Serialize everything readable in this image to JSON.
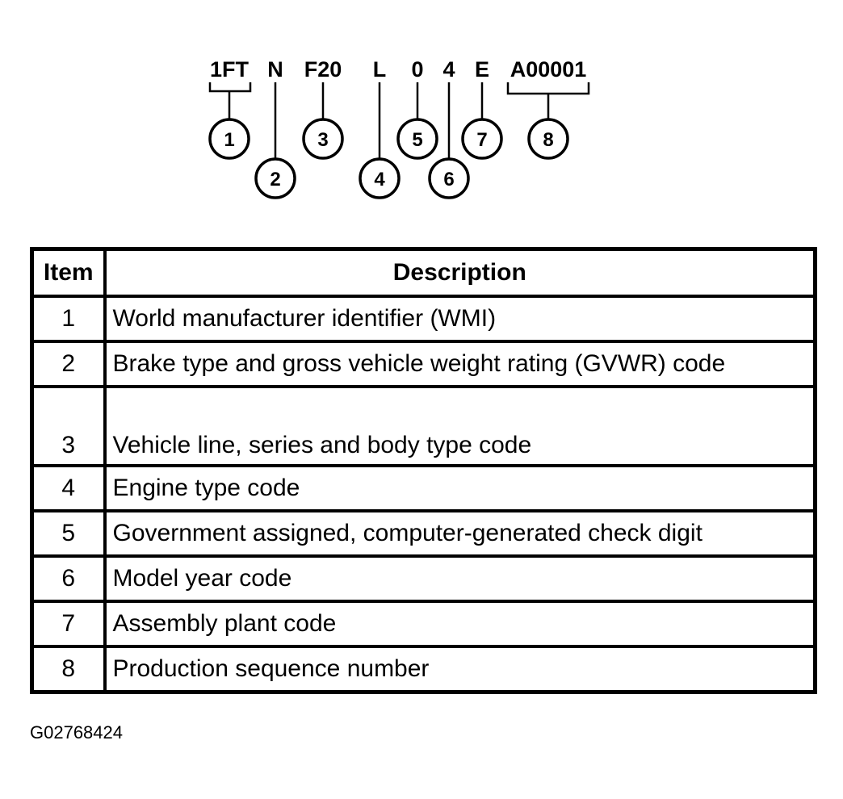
{
  "vin_segments": [
    {
      "id": "seg-1",
      "text": "1FT"
    },
    {
      "id": "seg-2",
      "text": "N"
    },
    {
      "id": "seg-3",
      "text": "F20"
    },
    {
      "id": "seg-4",
      "text": "L"
    },
    {
      "id": "seg-5",
      "text": "0"
    },
    {
      "id": "seg-6",
      "text": "4"
    },
    {
      "id": "seg-7",
      "text": "E"
    },
    {
      "id": "seg-8",
      "text": "A00001"
    }
  ],
  "callouts": [
    "1",
    "2",
    "3",
    "4",
    "5",
    "6",
    "7",
    "8"
  ],
  "table": {
    "headers": {
      "item": "Item",
      "description": "Description"
    },
    "rows": [
      {
        "item": "1",
        "description": "World manufacturer identifier (WMI)"
      },
      {
        "item": "2",
        "description": "Brake type and gross vehicle weight rating (GVWR) code"
      },
      {
        "item": "3",
        "description": "Vehicle line, series and body type code"
      },
      {
        "item": "4",
        "description": "Engine type code"
      },
      {
        "item": "5",
        "description": "Government assigned, computer-generated check digit"
      },
      {
        "item": "6",
        "description": "Model year code"
      },
      {
        "item": "7",
        "description": "Assembly plant code"
      },
      {
        "item": "8",
        "description": "Production sequence number"
      }
    ]
  },
  "figure_id": "G02768424"
}
